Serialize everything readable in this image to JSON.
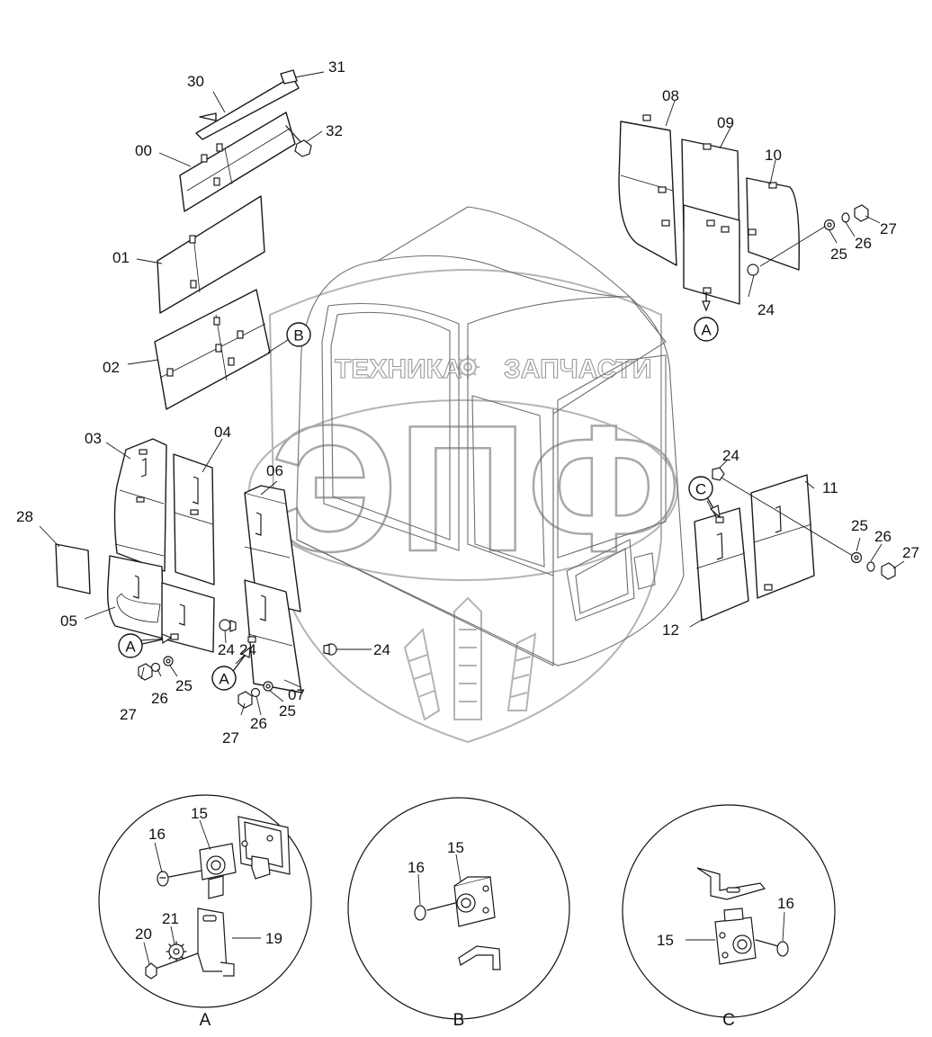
{
  "diagram": {
    "watermark": {
      "text_left": "ТЕХНИКА",
      "text_right": "ЗАПЧАСТИ",
      "logo_letters": "ЭПФ"
    },
    "part_labels": {
      "p30": "30",
      "p31": "31",
      "p32": "32",
      "p00": "00",
      "p01": "01",
      "p02": "02",
      "p03": "03",
      "p04": "04",
      "p28": "28",
      "p05": "05",
      "p06": "06",
      "p07": "07",
      "p08": "08",
      "p09": "09",
      "p10": "10",
      "p27a": "27",
      "p26a": "26",
      "p25a": "25",
      "p24a": "24",
      "p24b": "24",
      "p11": "11",
      "p12": "12",
      "p25b": "25",
      "p26b": "26",
      "p27b": "27",
      "p24c": "24",
      "p25c": "25",
      "p26c": "26",
      "p27c": "27",
      "p24d": "24",
      "p24e": "24",
      "p25d": "25",
      "p26d": "26",
      "p27d": "27"
    },
    "callouts": {
      "b_top": "B",
      "a_top_right": "A",
      "c_right": "C",
      "a_left_1": "A",
      "a_left_2": "A"
    },
    "details": {
      "a": {
        "caption": "A",
        "l16": "16",
        "l15": "15",
        "l20": "20",
        "l21": "21",
        "l19": "19"
      },
      "b": {
        "caption": "B",
        "l16": "16",
        "l15": "15"
      },
      "c": {
        "caption": "C",
        "l16": "16",
        "l15": "15"
      }
    }
  }
}
